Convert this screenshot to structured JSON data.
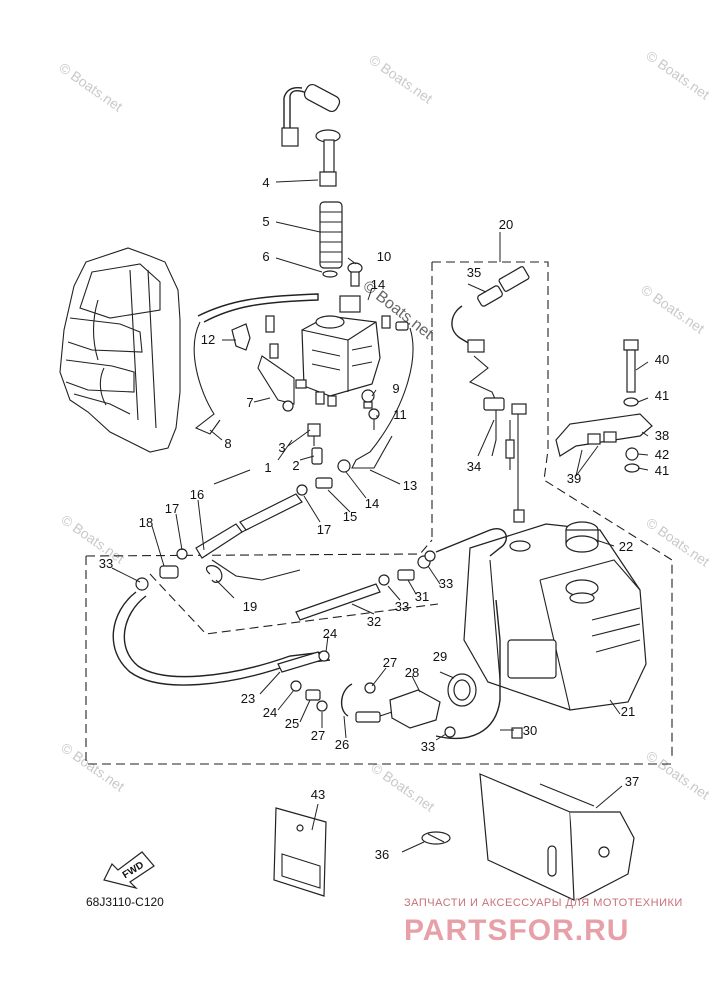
{
  "diagram_code": "68J3110-C120",
  "watermark_text": "© Boats.net",
  "fwd_label": "FWD",
  "brand": {
    "tagline": "ЗАПЧАСТИ И АКСЕССУАРЫ ДЛЯ МОТОТЕХНИКИ",
    "name": "PARTSFOR.RU",
    "color": "#e7a0a8"
  },
  "callouts": [
    {
      "n": "1"
    },
    {
      "n": "2"
    },
    {
      "n": "3"
    },
    {
      "n": "4"
    },
    {
      "n": "5"
    },
    {
      "n": "6"
    },
    {
      "n": "7"
    },
    {
      "n": "8"
    },
    {
      "n": "9"
    },
    {
      "n": "10"
    },
    {
      "n": "11"
    },
    {
      "n": "12"
    },
    {
      "n": "13"
    },
    {
      "n": "14"
    },
    {
      "n": "14"
    },
    {
      "n": "15"
    },
    {
      "n": "16"
    },
    {
      "n": "17"
    },
    {
      "n": "17"
    },
    {
      "n": "18"
    },
    {
      "n": "19"
    },
    {
      "n": "20"
    },
    {
      "n": "21"
    },
    {
      "n": "22"
    },
    {
      "n": "23"
    },
    {
      "n": "24"
    },
    {
      "n": "24"
    },
    {
      "n": "25"
    },
    {
      "n": "26"
    },
    {
      "n": "27"
    },
    {
      "n": "27"
    },
    {
      "n": "28"
    },
    {
      "n": "29"
    },
    {
      "n": "30"
    },
    {
      "n": "31"
    },
    {
      "n": "32"
    },
    {
      "n": "33"
    },
    {
      "n": "33"
    },
    {
      "n": "33"
    },
    {
      "n": "33"
    },
    {
      "n": "34"
    },
    {
      "n": "35"
    },
    {
      "n": "36"
    },
    {
      "n": "37"
    },
    {
      "n": "38"
    },
    {
      "n": "39"
    },
    {
      "n": "40"
    },
    {
      "n": "41"
    },
    {
      "n": "41"
    },
    {
      "n": "42"
    },
    {
      "n": "43"
    }
  ]
}
